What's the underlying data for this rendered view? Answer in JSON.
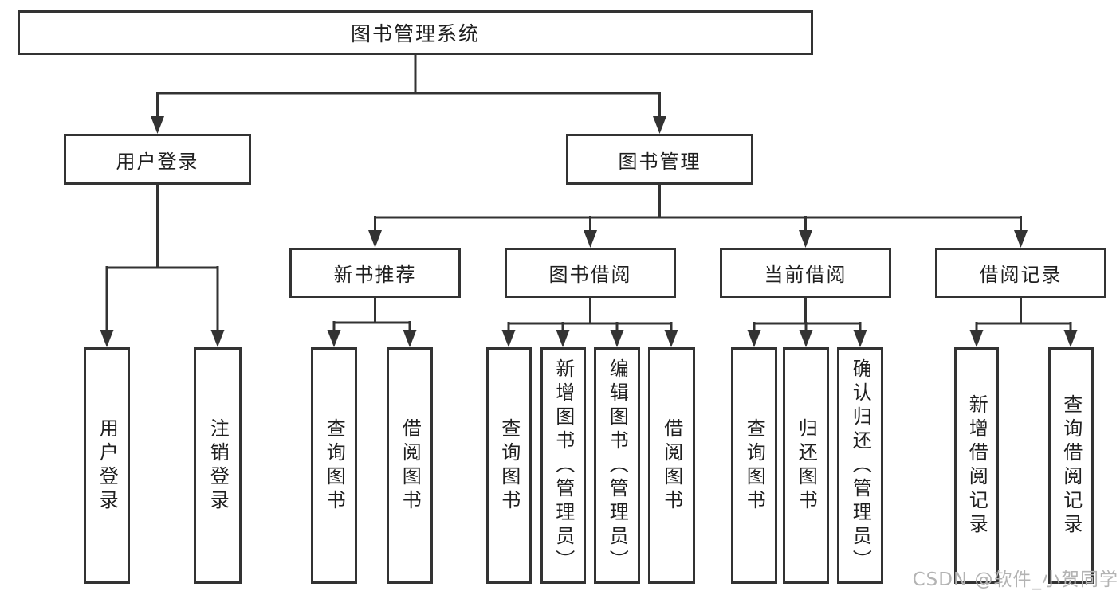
{
  "tree": {
    "root": {
      "label": "图书管理系统",
      "children": [
        {
          "label": "用户登录",
          "children": [
            {
              "label": "用户登录"
            },
            {
              "label": "注销登录"
            }
          ]
        },
        {
          "label": "图书管理",
          "children": [
            {
              "label": "新书推荐",
              "children": [
                {
                  "label": "查询图书"
                },
                {
                  "label": "借阅图书"
                }
              ]
            },
            {
              "label": "图书借阅",
              "children": [
                {
                  "label": "查询图书"
                },
                {
                  "label": "新增图书（管理员）"
                },
                {
                  "label": "编辑图书（管理员）"
                },
                {
                  "label": "借阅图书"
                }
              ]
            },
            {
              "label": "当前借阅",
              "children": [
                {
                  "label": "查询图书"
                },
                {
                  "label": "归还图书"
                },
                {
                  "label": "确认归还（管理员）"
                }
              ]
            },
            {
              "label": "借阅记录",
              "children": [
                {
                  "label": "新增借阅记录"
                },
                {
                  "label": "查询借阅记录"
                }
              ]
            }
          ]
        }
      ]
    }
  },
  "watermark": {
    "text": "CSDN @软件_小贺同学"
  },
  "colors": {
    "line": "#333333",
    "text": "#1f1f1f",
    "watermark": "#b3b3b3",
    "background": "#ffffff"
  }
}
